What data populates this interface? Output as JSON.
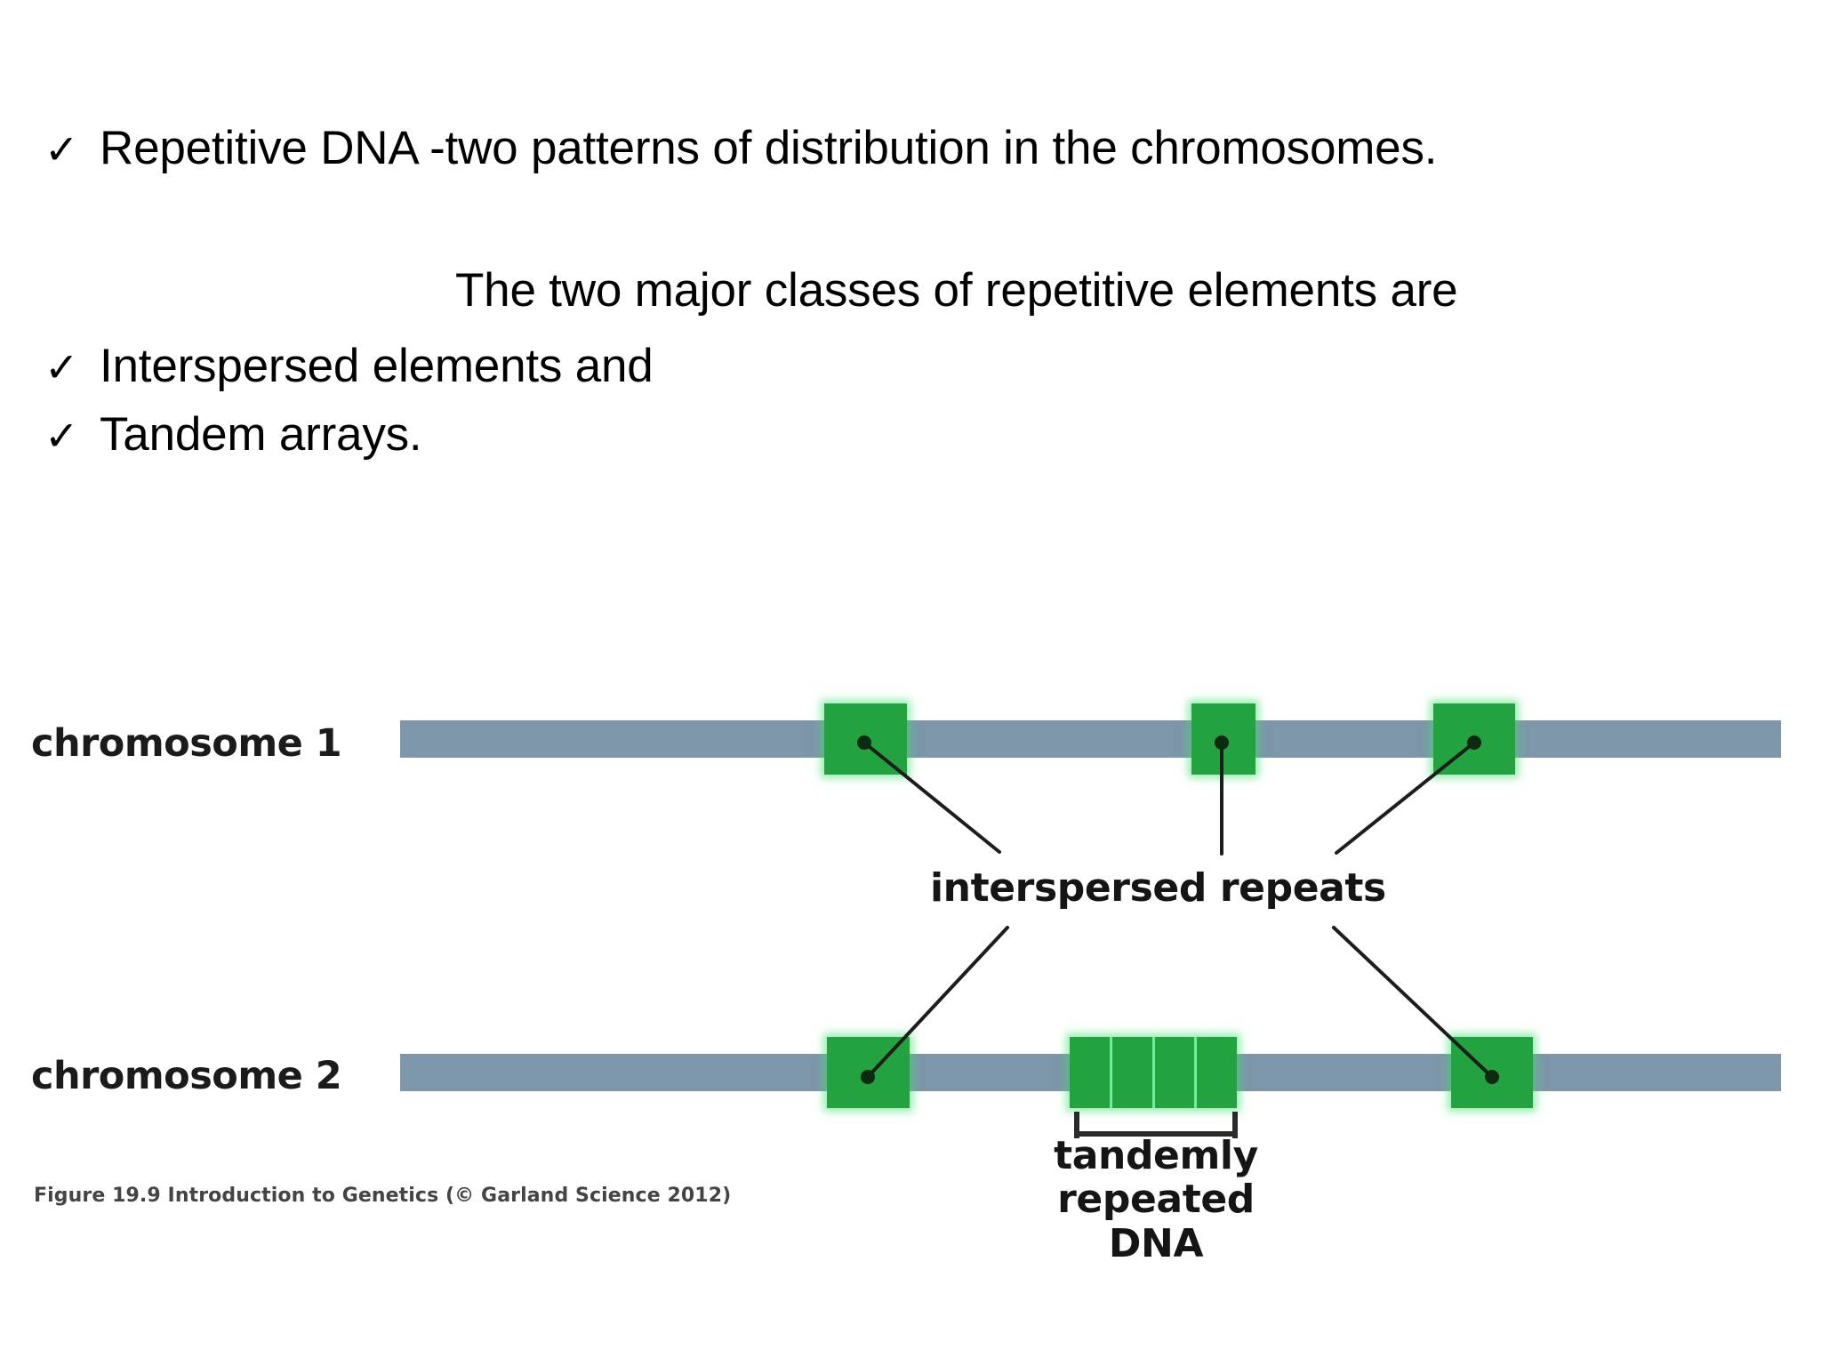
{
  "slide": {
    "bullets": [
      {
        "mark": "✓",
        "text": "Repetitive DNA -two patterns of distribution in the chromosomes."
      },
      {
        "mark": "✓",
        "text": "The two major classes of repetitive elements are"
      },
      {
        "mark": "✓",
        "text": "Interspersed elements and"
      },
      {
        "mark": "✓",
        "text": "Tandem arrays."
      }
    ]
  },
  "figure": {
    "chromosome1_label": "chromosome 1",
    "chromosome2_label": "chromosome 2",
    "interspersed_label": "interspersed repeats",
    "tandem_label_line1": "tandemly",
    "tandem_label_line2": "repeated DNA",
    "caption": "Figure 19.9  Introduction to Genetics (© Garland Science 2012)",
    "colors": {
      "chromosome_bar": "#7e96aa",
      "repeat_block": "#22a33f",
      "repeat_glow": "#3cdc6e",
      "text": "#151515",
      "background": "#ffffff"
    },
    "chromosome1_repeat_count": 3,
    "chromosome2_interspersed_count": 2,
    "tandem_repeat_units": 4
  }
}
